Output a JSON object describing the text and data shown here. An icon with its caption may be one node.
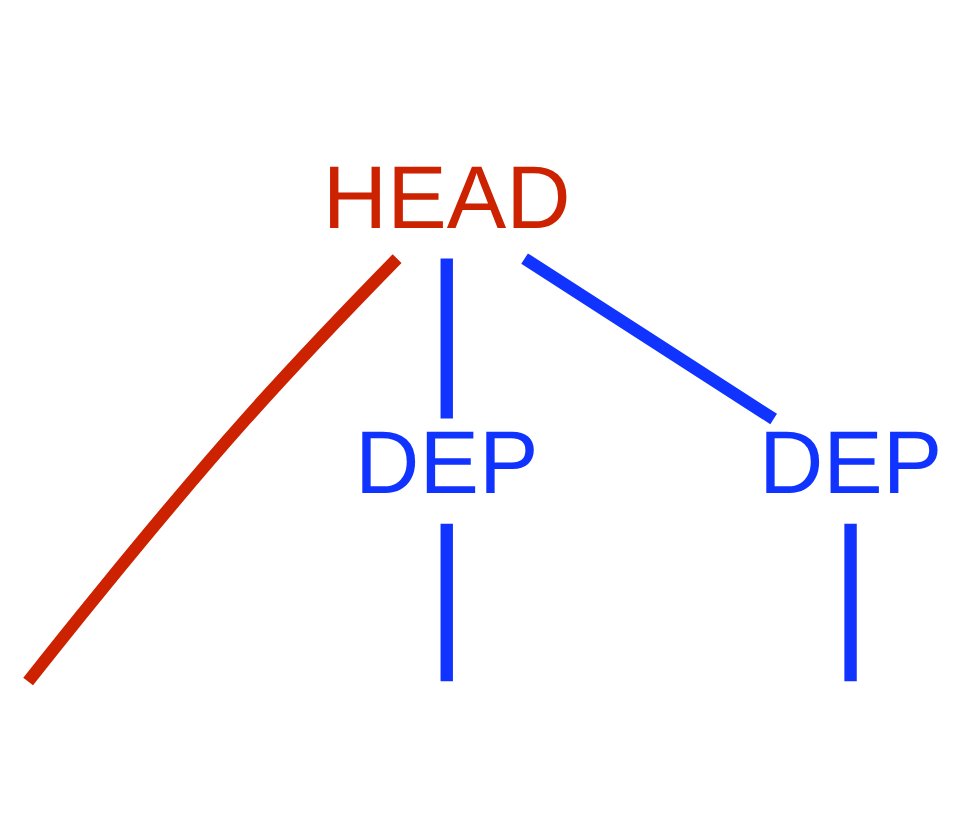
{
  "diagram": {
    "nodes": [
      {
        "text": [
          "HEAD"
        ]
      },
      {
        "text": [
          "DEP"
        ]
      },
      {
        "text": [
          "DEP"
        ]
      }
    ],
    "edges": [
      {
        "from": 0,
        "to": 1,
        "arrow": "none"
      },
      {
        "from": 0,
        "to": 2,
        "arrow": "none"
      },
      {
        "from": 0,
        "to": null,
        "arrow": "none",
        "color": "#cc2200"
      },
      {
        "from": 1,
        "to": null,
        "arrow": "none"
      },
      {
        "from": 2,
        "to": null,
        "arrow": "none"
      }
    ]
  }
}
